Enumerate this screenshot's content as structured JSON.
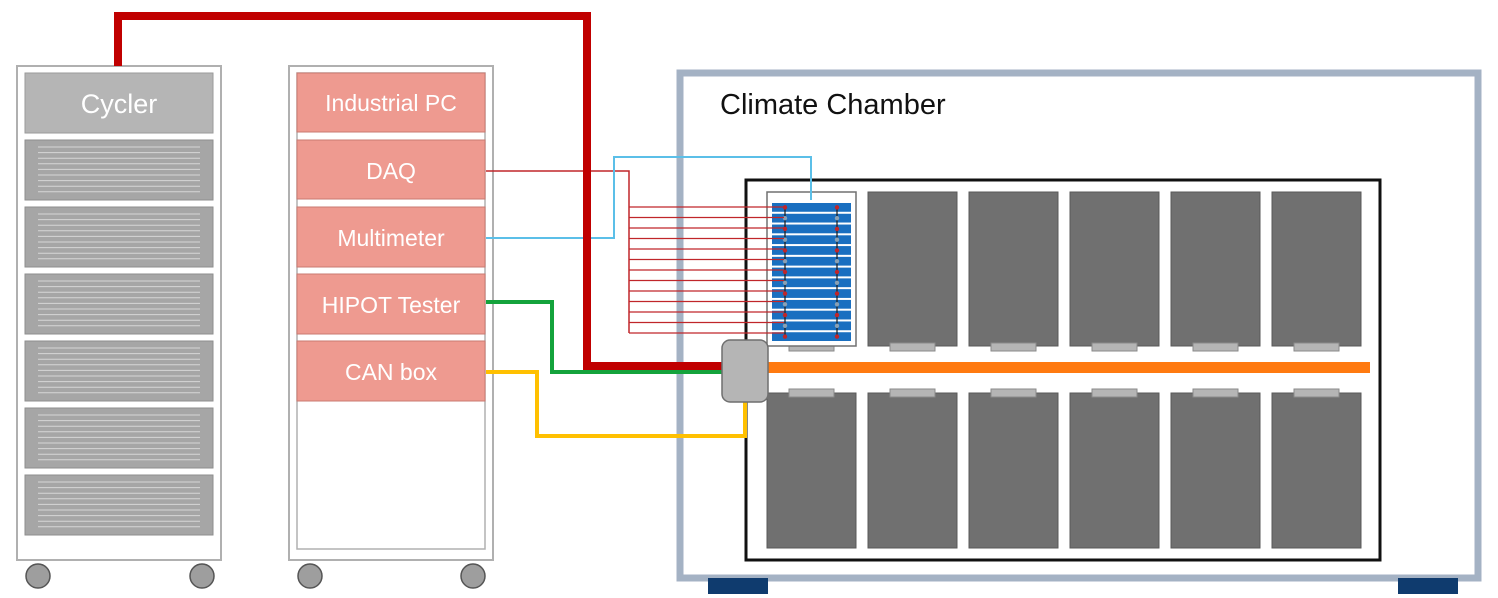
{
  "cycler": {
    "label": "Cycler"
  },
  "rack": {
    "modules": [
      {
        "label": "Industrial PC"
      },
      {
        "label": "DAQ"
      },
      {
        "label": "Multimeter"
      },
      {
        "label": "HIPOT Tester"
      },
      {
        "label": "CAN box"
      }
    ]
  },
  "chamber": {
    "label": "Climate Chamber"
  },
  "colors": {
    "rack_frame": "#b0b0b0",
    "cycler_header": "#b5b5b5",
    "cycler_drawer": "#a6a6a6",
    "rack_module": "#ee9a90",
    "chamber_frame": "#a4b2c4",
    "chamber_feet": "#0f3b6e",
    "battery_module": "#707070",
    "battery_module_tested": "#1a6fc0",
    "power_cable": "#c00000",
    "daq_wires": "#c0262a",
    "multimeter_wire": "#5bbfe8",
    "hipot_wire": "#14a33c",
    "can_wire": "#ffc000",
    "busbar": "#ff7a10",
    "connector_box": "#b5b5b5"
  }
}
